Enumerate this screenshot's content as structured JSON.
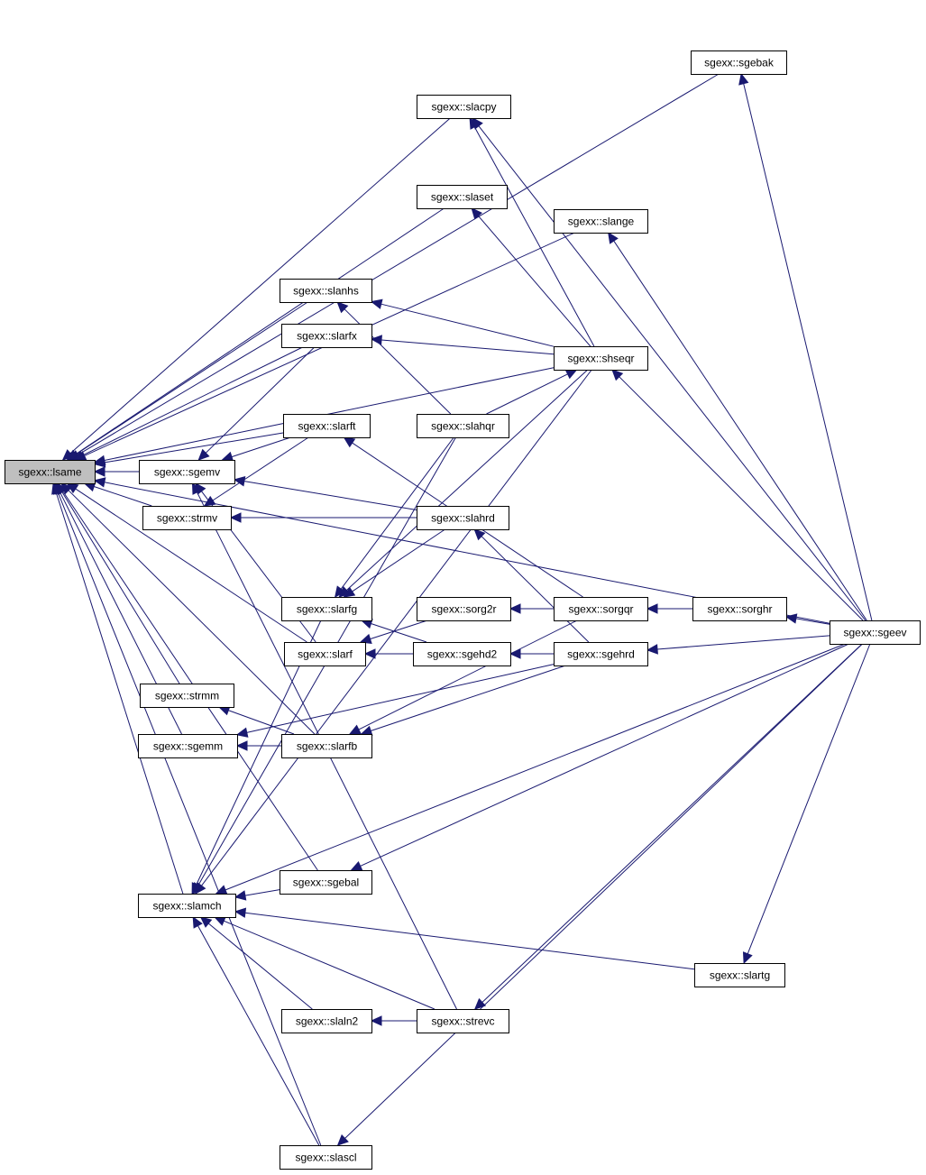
{
  "diagram": {
    "nodes": [
      {
        "id": "lsame",
        "label": "sgexx::lsame",
        "highlight": true
      },
      {
        "id": "sgebak",
        "label": "sgexx::sgebak"
      },
      {
        "id": "slacpy",
        "label": "sgexx::slacpy"
      },
      {
        "id": "slaset",
        "label": "sgexx::slaset"
      },
      {
        "id": "slange",
        "label": "sgexx::slange"
      },
      {
        "id": "slanhs",
        "label": "sgexx::slanhs"
      },
      {
        "id": "slarfx",
        "label": "sgexx::slarfx"
      },
      {
        "id": "shseqr",
        "label": "sgexx::shseqr"
      },
      {
        "id": "slarft",
        "label": "sgexx::slarft"
      },
      {
        "id": "slahqr",
        "label": "sgexx::slahqr"
      },
      {
        "id": "sgemv",
        "label": "sgexx::sgemv"
      },
      {
        "id": "strmv",
        "label": "sgexx::strmv"
      },
      {
        "id": "slahrd",
        "label": "sgexx::slahrd"
      },
      {
        "id": "slarfg",
        "label": "sgexx::slarfg"
      },
      {
        "id": "sorg2r",
        "label": "sgexx::sorg2r"
      },
      {
        "id": "sorgqr",
        "label": "sgexx::sorgqr"
      },
      {
        "id": "sorghr",
        "label": "sgexx::sorghr"
      },
      {
        "id": "slarf",
        "label": "sgexx::slarf"
      },
      {
        "id": "sgehd2",
        "label": "sgexx::sgehd2"
      },
      {
        "id": "sgehrd",
        "label": "sgexx::sgehrd"
      },
      {
        "id": "sgeev",
        "label": "sgexx::sgeev"
      },
      {
        "id": "strmm",
        "label": "sgexx::strmm"
      },
      {
        "id": "sgemm",
        "label": "sgexx::sgemm"
      },
      {
        "id": "slarfb",
        "label": "sgexx::slarfb"
      },
      {
        "id": "sgebal",
        "label": "sgexx::sgebal"
      },
      {
        "id": "slamch",
        "label": "sgexx::slamch"
      },
      {
        "id": "slartg",
        "label": "sgexx::slartg"
      },
      {
        "id": "slaln2",
        "label": "sgexx::slaln2"
      },
      {
        "id": "strevc",
        "label": "sgexx::strevc"
      },
      {
        "id": "slascl",
        "label": "sgexx::slascl"
      }
    ],
    "edges": [
      [
        "sgebak",
        "lsame"
      ],
      [
        "slacpy",
        "lsame"
      ],
      [
        "slaset",
        "lsame"
      ],
      [
        "slange",
        "lsame"
      ],
      [
        "slanhs",
        "lsame"
      ],
      [
        "slarfx",
        "lsame"
      ],
      [
        "shseqr",
        "lsame"
      ],
      [
        "slarft",
        "lsame"
      ],
      [
        "sgemv",
        "lsame"
      ],
      [
        "strmv",
        "lsame"
      ],
      [
        "slarf",
        "lsame"
      ],
      [
        "strmm",
        "lsame"
      ],
      [
        "sgemm",
        "lsame"
      ],
      [
        "slarfb",
        "lsame"
      ],
      [
        "sgebal",
        "lsame"
      ],
      [
        "slamch",
        "lsame"
      ],
      [
        "slascl",
        "lsame"
      ],
      [
        "sgeev",
        "lsame"
      ],
      [
        "shseqr",
        "slacpy"
      ],
      [
        "sgeev",
        "slacpy"
      ],
      [
        "shseqr",
        "slaset"
      ],
      [
        "sgeev",
        "slange"
      ],
      [
        "sgeev",
        "sgebak"
      ],
      [
        "shseqr",
        "slanhs"
      ],
      [
        "slahqr",
        "slanhs"
      ],
      [
        "shseqr",
        "slarfx"
      ],
      [
        "slahqr",
        "shseqr"
      ],
      [
        "sgeev",
        "shseqr"
      ],
      [
        "sorgqr",
        "slarft"
      ],
      [
        "slarfx",
        "sgemv"
      ],
      [
        "slarft",
        "sgemv"
      ],
      [
        "slahrd",
        "sgemv"
      ],
      [
        "slarf",
        "sgemv"
      ],
      [
        "slarft",
        "strmv"
      ],
      [
        "slahrd",
        "strmv"
      ],
      [
        "sgehrd",
        "slahrd"
      ],
      [
        "slahqr",
        "slarfg"
      ],
      [
        "slahrd",
        "slarfg"
      ],
      [
        "shseqr",
        "slarfg"
      ],
      [
        "sgehd2",
        "slarfg"
      ],
      [
        "sorg2r",
        "slarf"
      ],
      [
        "sgehd2",
        "slarf"
      ],
      [
        "sorgqr",
        "sorg2r"
      ],
      [
        "sorghr",
        "sorgqr"
      ],
      [
        "sgeev",
        "sorghr"
      ],
      [
        "sgehrd",
        "sgehd2"
      ],
      [
        "sgeev",
        "sgehrd"
      ],
      [
        "slarfb",
        "strmm"
      ],
      [
        "slarfb",
        "sgemm"
      ],
      [
        "sorgqr",
        "slarfb"
      ],
      [
        "sgehrd",
        "slarfb"
      ],
      [
        "sgehrd",
        "sgemm"
      ],
      [
        "sgeev",
        "sgebal"
      ],
      [
        "sgebal",
        "slamch"
      ],
      [
        "slarfg",
        "slamch"
      ],
      [
        "shseqr",
        "slamch"
      ],
      [
        "slahqr",
        "slamch"
      ],
      [
        "sgeev",
        "slamch"
      ],
      [
        "slartg",
        "slamch"
      ],
      [
        "slaln2",
        "slamch"
      ],
      [
        "strevc",
        "slamch"
      ],
      [
        "slascl",
        "slamch"
      ],
      [
        "sgeev",
        "slartg"
      ],
      [
        "strevc",
        "slaln2"
      ],
      [
        "sgeev",
        "strevc"
      ],
      [
        "sgeev",
        "slascl"
      ],
      [
        "strevc",
        "sgemv"
      ]
    ]
  }
}
